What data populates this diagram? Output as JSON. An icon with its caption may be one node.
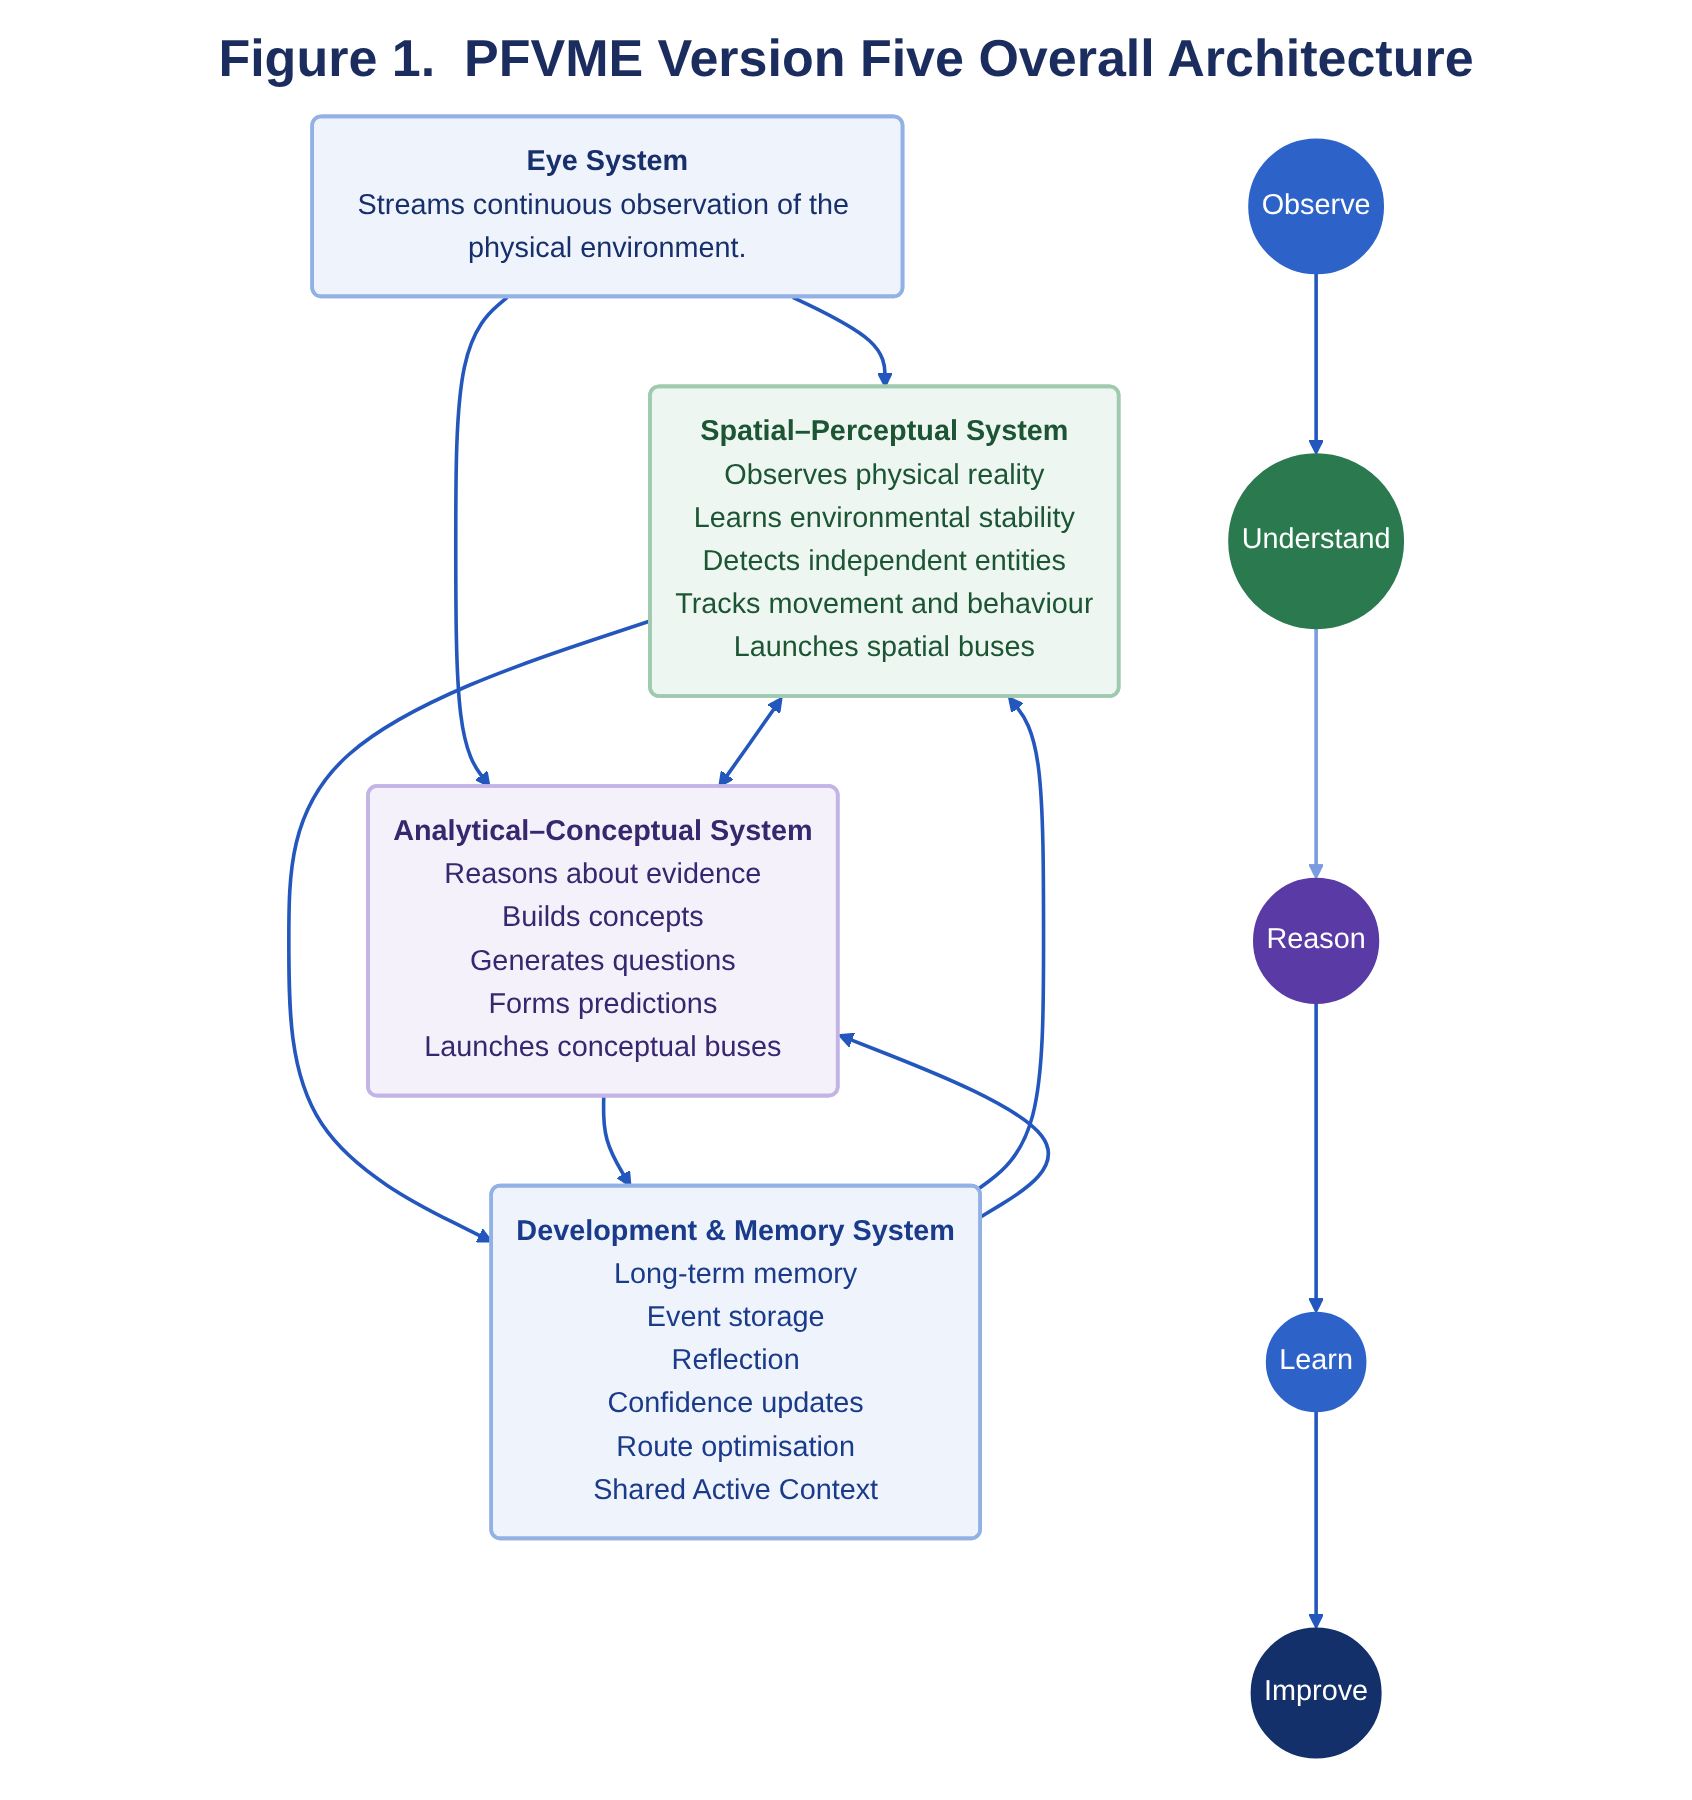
{
  "diagram": {
    "title": "Figure 1.  PFVME Version Five Overall Architecture",
    "nodes": [
      {
        "text": [
          "Eye System",
          "Streams continuous observation of the physical environment."
        ]
      },
      {
        "text": [
          "Spatial–Perceptual System",
          "Observes physical reality",
          "Learns environmental stability",
          "Detects independent entities",
          "Tracks movement and behaviour",
          "Launches spatial buses"
        ]
      },
      {
        "text": [
          "Analytical–Conceptual System",
          "Reasons about evidence",
          "Builds concepts",
          "Generates questions",
          "Forms predictions",
          "Launches conceptual buses"
        ]
      },
      {
        "text": [
          "Development & Memory System",
          "Long-term memory",
          "Event storage",
          "Reflection",
          "Confidence updates",
          "Route optimisation",
          "Shared Active Context"
        ]
      },
      {
        "text": [
          "Observe"
        ]
      },
      {
        "text": [
          "Understand"
        ]
      },
      {
        "text": [
          "Reason"
        ]
      },
      {
        "text": [
          "Learn"
        ]
      },
      {
        "text": [
          "Improve"
        ]
      }
    ],
    "edges": [
      {
        "from": 0,
        "to": 1,
        "arrow": "to"
      },
      {
        "from": 0,
        "to": 2,
        "arrow": "to"
      },
      {
        "from": 1,
        "to": 2,
        "arrow": "both"
      },
      {
        "from": 1,
        "to": 3,
        "arrow": "to"
      },
      {
        "from": 2,
        "to": 3,
        "arrow": "to"
      },
      {
        "from": 3,
        "to": 1,
        "arrow": "to"
      },
      {
        "from": 3,
        "to": 2,
        "arrow": "to"
      },
      {
        "from": 4,
        "to": 5,
        "arrow": "to"
      },
      {
        "from": 5,
        "to": 6,
        "arrow": "to",
        "color": "#7b9de0"
      },
      {
        "from": 6,
        "to": 7,
        "arrow": "to"
      },
      {
        "from": 7,
        "to": 8,
        "arrow": "to"
      }
    ]
  }
}
